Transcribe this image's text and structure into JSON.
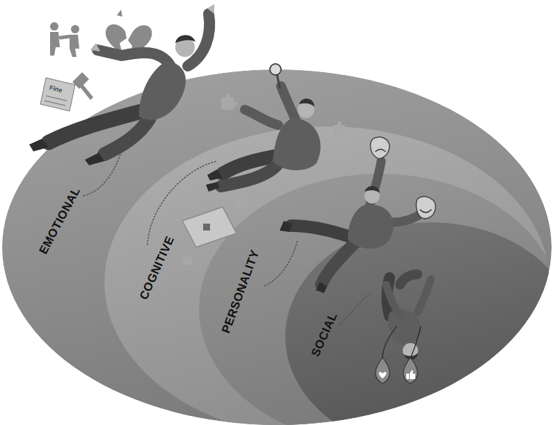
{
  "diagram": {
    "nodes": [
      {
        "text": [
          "EMOTIONAL"
        ]
      },
      {
        "text": [
          "COGNITIVE"
        ],
        "in": 0
      },
      {
        "text": [
          "PERSONALITY"
        ],
        "in": 1
      },
      {
        "text": [
          "SOCIAL"
        ],
        "in": 2
      }
    ],
    "labels": [
      "Fine"
    ]
  }
}
